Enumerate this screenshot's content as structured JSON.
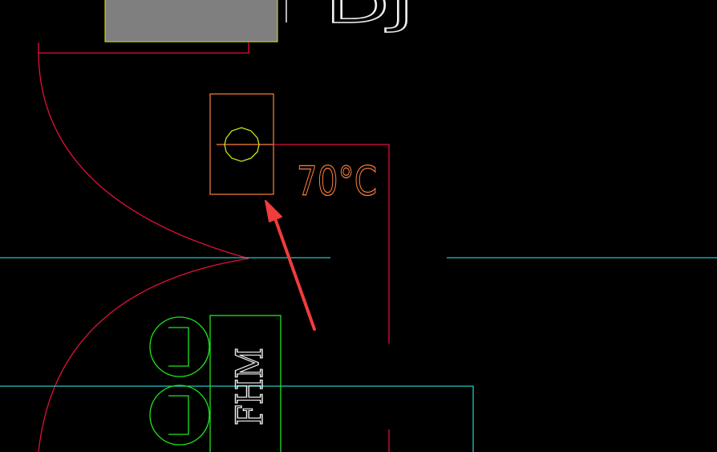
{
  "drawing": {
    "top_text": "DJ",
    "temperature_label": "70°C",
    "door_label": "FHM"
  },
  "colors": {
    "background": "#000000",
    "gray_block_fill": "#7f7f7f",
    "gray_block_border": "#e6e600",
    "red_line": "#e0103a",
    "orange_line": "#ff7f3f",
    "yellow_line": "#c8e61e",
    "cyan_line": "#1ec8c8",
    "green_line": "#1ee61e",
    "white_text": "#f0f0f0",
    "arrow": "#f03c3c"
  },
  "icons": {
    "damper_symbol": "circle-in-rectangle-icon",
    "hydrant_symbol": "circle-bracket-icon",
    "pointer": "arrow-icon"
  }
}
